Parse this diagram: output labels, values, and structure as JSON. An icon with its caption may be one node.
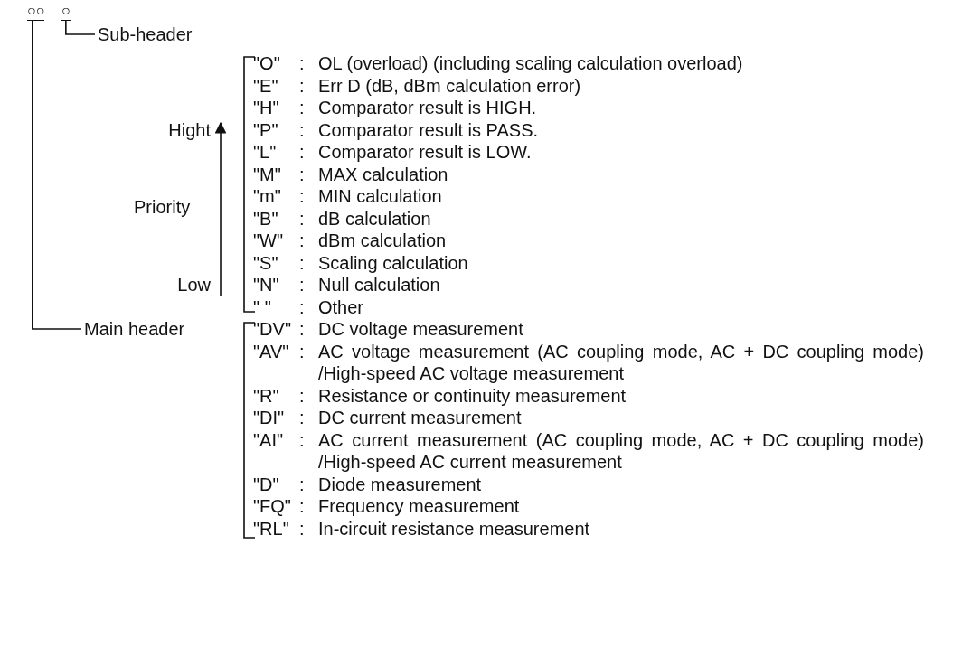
{
  "diagram": {
    "nodes": [
      {
        "text": [
          "○○"
        ]
      },
      {
        "text": [
          "○"
        ]
      },
      {
        "text": [
          "Sub-header"
        ]
      },
      {
        "text": [
          "Main header"
        ]
      }
    ],
    "edges": [
      {
        "from": 1,
        "to": 2,
        "arrow": "none"
      },
      {
        "from": 0,
        "to": 3,
        "arrow": "none"
      }
    ],
    "labels": [
      "\"O\"",
      ":",
      "OL (overload) (including scaling calculation overload)",
      "\"E\"",
      ":",
      "Err D (dB, dBm calculation error)",
      "\"H\"",
      ":",
      "Comparator result is HIGH.",
      "Hight",
      "\"P\"",
      ":",
      "Comparator result is PASS.",
      "\"L\"",
      ":",
      "Comparator result is LOW.",
      "\"M\"",
      ":",
      "MAX calculation",
      "\"m\"",
      ":",
      "MIN calculation",
      "Priority",
      "\"B\"",
      ":",
      "dB calculation",
      "\"W\"",
      ":",
      "dBm calculation",
      "\"S\"",
      ":",
      "Scaling  calculation",
      "Low",
      "\"N\"",
      ":",
      "Null calculation",
      "\"   \"",
      ":",
      "Other",
      "\"DV\"",
      ":",
      "DC voltage measurement",
      "\"AV\"",
      ":",
      "AC voltage measurement (AC coupling mode, AC + DC coupling mode) /High-speed AC voltage measurement",
      "\"R\"",
      ":",
      "Resistance or continuity measurement",
      "\"DI\"",
      ":",
      "DC current measurement",
      "\"AI\"",
      ":",
      "AC current measurement (AC coupling mode, AC + DC coupling mode) /High-speed AC current measurement",
      "\"D\"",
      ":",
      "Diode measurement",
      "\"FQ\"",
      ":",
      "Frequency measurement",
      "\"RL\"",
      ":",
      "In-circuit resistance measurement"
    ]
  }
}
